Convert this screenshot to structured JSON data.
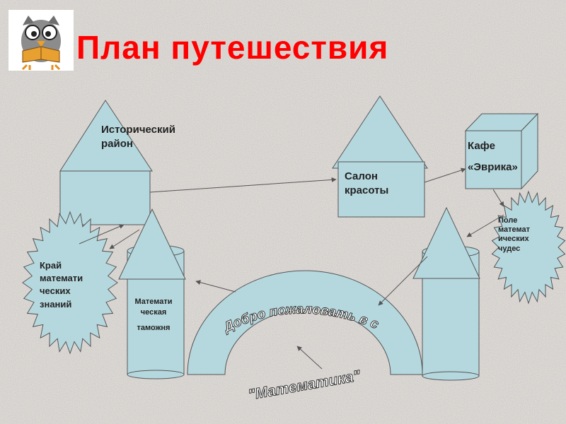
{
  "title": "План путешествия",
  "icons": {
    "logo": "owl-reading-book-icon"
  },
  "colors": {
    "title": "#ff0000",
    "shape_fill": "#b5d8de",
    "shape_stroke": "#555555",
    "text": "#222222"
  },
  "nodes": {
    "historical": {
      "line1": "Исторический",
      "line2": "район"
    },
    "salon": {
      "line1": "Салон",
      "line2": "красоты"
    },
    "cafe": {
      "line1": "Кафе",
      "line2": "«Эврика»"
    },
    "field": {
      "text": "Поле\nматемат\nических\nчудес"
    },
    "edge": {
      "text": "Край\nматемати\nческих\nзнаний"
    },
    "customs": {
      "line1": "Математи",
      "line2": "ческая",
      "line3": "таможня"
    }
  },
  "gate": {
    "arc_text": "Добро пожаловать в страну",
    "name": "\"Математика\""
  }
}
